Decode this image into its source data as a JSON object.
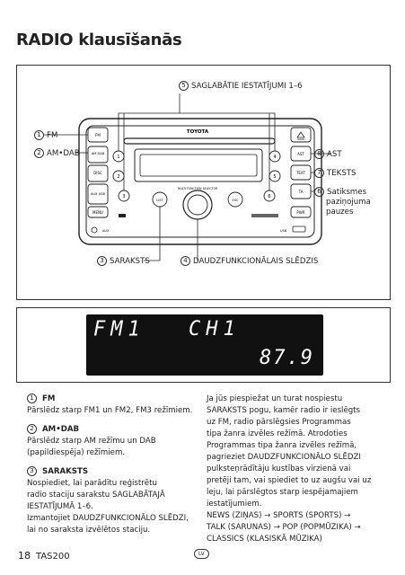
{
  "page": {
    "title": "RADIO klausīšanās",
    "page_number": "18",
    "model": "TAS200",
    "lang_badge": "LV"
  },
  "diagram": {
    "brand": "TOYOTA",
    "selector_label": "MULTI FUNCTION SELECTOR",
    "buttons": {
      "fm": "FM",
      "amdab": "AM DAB",
      "disc": "DISC",
      "auxusb": "AUX USB",
      "menu": "MENU",
      "list": "LIST",
      "esc": "ESC",
      "ast": "AST",
      "text": "TEXT",
      "ta": "TA",
      "pwr": "PWR",
      "presets": [
        "1",
        "2",
        "3",
        "4",
        "5",
        "6"
      ],
      "aux_label": "AUX",
      "usb_label": "USB"
    },
    "callouts": {
      "c5": {
        "num": "5",
        "text": "SAGLABĀTIE IESTATĪJUMI 1–6"
      },
      "c1": {
        "num": "1",
        "text": "FM"
      },
      "c2": {
        "num": "2",
        "text": "AM•DAB"
      },
      "c8": {
        "num": "8",
        "text": "AST"
      },
      "c7": {
        "num": "7",
        "text": "TEKSTS"
      },
      "c6": {
        "num": "6",
        "text": "Satiksmes",
        "text2": "paziņojuma",
        "text3": "pauzes"
      },
      "c3": {
        "num": "3",
        "text": "SARAKSTS"
      },
      "c4": {
        "num": "4",
        "text": "DAUDZFUNKCIONĀLAIS SLĒDZIS"
      }
    }
  },
  "display": {
    "band": "FM1",
    "channel": "CH1",
    "frequency": "87.9"
  },
  "left_col": {
    "s1_num": "1",
    "s1_head": "FM",
    "s1_body": "Pārslēdz starp FM1 un FM2, FM3 režīmiem.",
    "s2_num": "2",
    "s2_head": "AM•DAB",
    "s2_body1": "Pārslēdz starp AM režīmu un DAB",
    "s2_body2": "(papildiespēja) režīmiem.",
    "s3_num": "3",
    "s3_head": "SARAKSTS",
    "s3_l1": "Nospiediet, lai parādītu reģistrētu",
    "s3_l2": "radio staciju sarakstu SAGLABĀTAJĀ",
    "s3_l3": "IESTATĪJUMĀ 1–6.",
    "s3_l4": "Izmantojiet DAUDZFUNKCIONĀLO SLĒDZI,",
    "s3_l5": "lai no saraksta izvēlētos staciju."
  },
  "right_col": {
    "l1": "Ja jūs piespiežat un turat nospiestu",
    "l2": "SARAKSTS pogu, kamēr radio ir ieslēgts",
    "l3": "uz FM, radio pārslēgsies Programmas",
    "l4": "tipa žanra izvēles režīmā. Atrodoties",
    "l5": "Programmas tipa žanra izvēles režīmā,",
    "l6": "pagrieziet DAUDZFUNKCIONĀLO SLĒDZI",
    "l7": "pulksteņrādītāju kustības virzienā vai",
    "l8": "pretēji tam, vai spiediet to uz augšu vai uz",
    "l9": "leju, lai pārslēgtos starp iespējamajiem",
    "l10": "iestatījumiem.",
    "l11": "NEWS (ZIŅAS) → SPORTS (SPORTS) →",
    "l12": "TALK (SARUNAS) → POP (POPMŪZIKA) →",
    "l13": "CLASSICS (KLASISKĀ MŪZIKA)"
  }
}
